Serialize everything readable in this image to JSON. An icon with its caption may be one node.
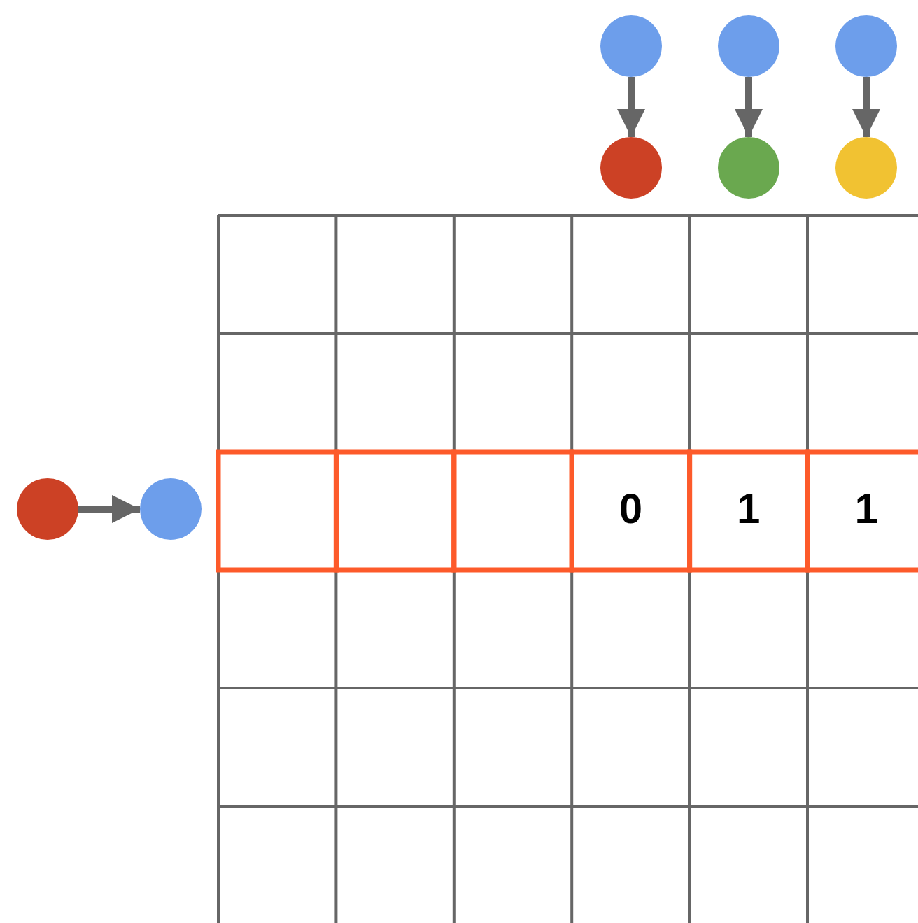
{
  "diagram": {
    "nodes": [
      {
        "text": [],
        "shape": "circle"
      },
      {
        "text": [],
        "shape": "circle"
      },
      {
        "text": [],
        "shape": "circle"
      },
      {
        "text": [],
        "shape": "circle"
      },
      {
        "text": [],
        "shape": "circle"
      },
      {
        "text": [],
        "shape": "circle"
      },
      {
        "text": [],
        "shape": "circle"
      },
      {
        "text": [],
        "shape": "circle"
      }
    ],
    "edges": [
      {
        "from": 0,
        "to": 3,
        "arrow": "to"
      },
      {
        "from": 1,
        "to": 4,
        "arrow": "to"
      },
      {
        "from": 2,
        "to": 5,
        "arrow": "to"
      },
      {
        "from": 6,
        "to": 7,
        "arrow": "to"
      }
    ],
    "labels": [
      "0",
      "1",
      "1"
    ]
  }
}
